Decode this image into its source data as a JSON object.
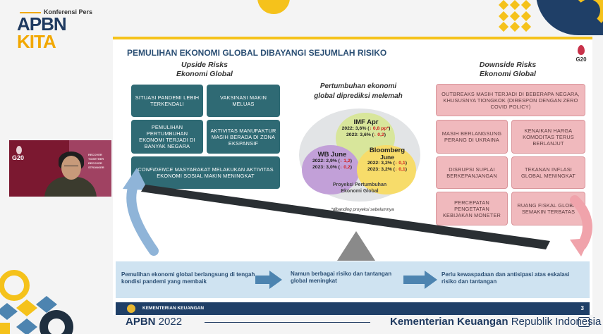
{
  "branding": {
    "conference_label": "Konferensi Pers",
    "logo_line1": "APBN",
    "logo_line2": "KITA"
  },
  "slide": {
    "title": "PEMULIHAN EKONOMI GLOBAL DIBAYANGI SEJUMLAH RISIKO",
    "g20_logo_text": "G20",
    "upside": {
      "heading_line1": "Upside Risks",
      "heading_line2": "Ekonomi Global",
      "items": [
        "SITUASI PANDEMI LEBIH TERKENDALI",
        "VAKSINASI MAKIN MELUAS",
        "PEMULIHAN PERTUMBUHAN EKONOMI TERJADI DI BANYAK NEGARA",
        "AKTIVITAS MANUFAKTUR MASIH BERADA DI ZONA EKSPANSIF"
      ],
      "confidence_word": "CONFIDENCE",
      "confidence_rest": " MASYARAKAT MELAKUKAN AKTIVITAS EKONOMI SOSIAL MAKIN MENINGKAT"
    },
    "center": {
      "heading_line1": "Pertumbuhan ekonomi",
      "heading_line2": "global diprediksi melemah",
      "imf": {
        "name": "IMF Apr",
        "line1": "2022: 3,6% (",
        "line1_chg": "↓ 0,8 pp*",
        "line1_end": ")",
        "line2": "2023: 3,6% (",
        "line2_chg": "↓ 0,2",
        "line2_end": ")"
      },
      "wb": {
        "name": "WB June",
        "line1": "2022: 2,9% (",
        "line1_chg": "↓ 1,2",
        "line1_end": ")",
        "line2": "2023: 3,0% (",
        "line2_chg": "↓ 0,2",
        "line2_end": ")"
      },
      "bb": {
        "name_line1": "Bloomberg",
        "name_line2": "June",
        "line1": "2022: 3,2% (",
        "line1_chg": "↓ 0,1",
        "line1_end": ")",
        "line2": "2023: 3,2% (",
        "line2_chg": "↓ 0,1",
        "line2_end": ")"
      },
      "projection_label_line1": "Proyeksi Pertumbuhan",
      "projection_label_line2": "Ekonomi Global",
      "footnote": "*dibanding proyeksi sebelumnya"
    },
    "downside": {
      "heading_line1": "Downside Risks",
      "heading_line2": "Ekonomi Global",
      "items": [
        "OUTBREAKS MASIH TERJADI DI BEBERAPA NEGARA, KHUSUSNYA TIONGKOK (DIRESPON DENGAN ZERO COVID POLICY)",
        "MASIH BERLANGSUNG PERANG DI UKRAINA",
        "KENAIKAN HARGA KOMODITAS TERUS BERLANJUT",
        "DISRUPSI SUPLAI BERKEPANJANGAN",
        "TEKANAN INFLASI GLOBAL MENINGKAT",
        "PERCEPATAN PENGETATAN KEBIJAKAN MONETER",
        "RUANG FISKAL GLOBAL SEMAKIN TERBATAS"
      ]
    },
    "flow": [
      "Pemulihan ekonomi global berlangsung di tengah kondisi pandemi yang membaik",
      "Namun berbagai risiko dan tantangan global meningkat",
      "Perlu kewaspadaan dan antisipasi atas eskalasi risiko dan tantangan"
    ],
    "footer_org": "KEMENTERIAN KEUANGAN",
    "page_number": "3"
  },
  "webcam": {
    "g20_text": "G20",
    "side_text": "RECOVER TOGETHER RECOVER STRONGER"
  },
  "bottom_bar": {
    "left_bold": "APBN",
    "left_rest": " 2022",
    "right_bold": "Kementerian Keuangan",
    "right_rest": " Republik Indonesia"
  },
  "colors": {
    "navy": "#1f3f67",
    "yellow": "#f5c21b",
    "teal_box": "#2f6a74",
    "pink_box": "#f0b9bd",
    "flow_bg": "#cfe3f1"
  }
}
